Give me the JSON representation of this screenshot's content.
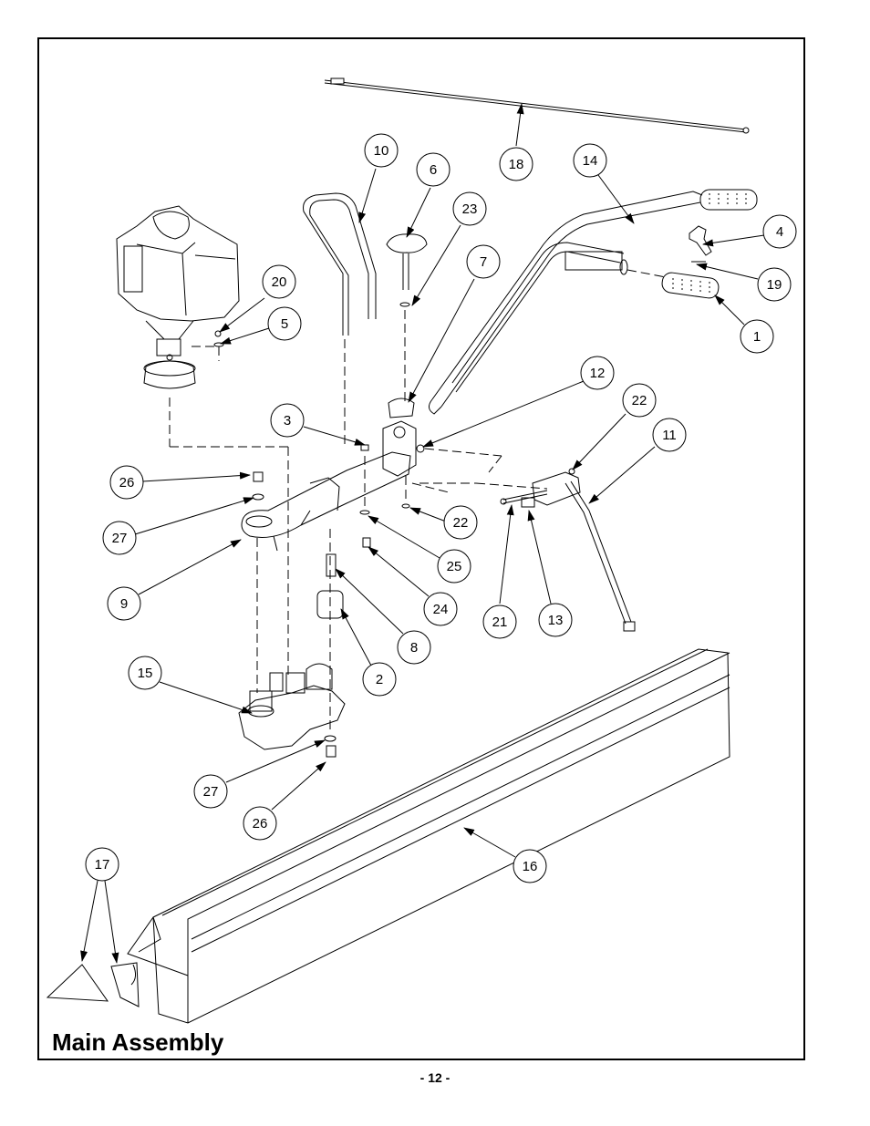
{
  "title": "Main Assembly",
  "page_number": "- 12 -",
  "callouts": [
    "18",
    "10",
    "6",
    "14",
    "23",
    "4",
    "7",
    "19",
    "20",
    "5",
    "1",
    "12",
    "22",
    "3",
    "11",
    "26",
    "27",
    "22",
    "25",
    "9",
    "24",
    "21",
    "13",
    "8",
    "2",
    "15",
    "27",
    "26",
    "17",
    "16"
  ]
}
